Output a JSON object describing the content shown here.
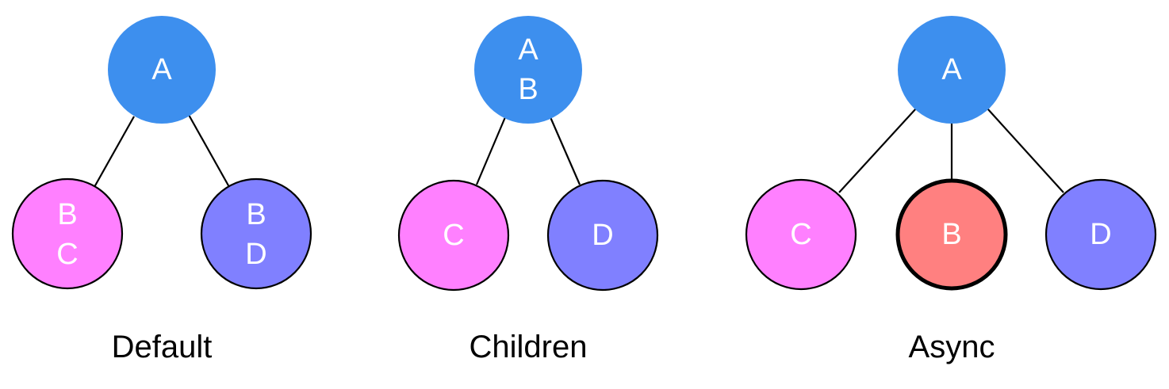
{
  "colors": {
    "blue": "#3d8fee",
    "pink": "#ff80ff",
    "purple": "#8080ff",
    "red": "#ff8080",
    "stroke": "#000000",
    "text": "#ffffff"
  },
  "diagrams": [
    {
      "caption": "Default",
      "root": {
        "lines": [
          "A"
        ],
        "color": "blue"
      },
      "children": [
        {
          "lines": [
            "B",
            "C"
          ],
          "color": "pink"
        },
        {
          "lines": [
            "B",
            "D"
          ],
          "color": "purple"
        }
      ]
    },
    {
      "caption": "Children",
      "root": {
        "lines": [
          "A",
          "B"
        ],
        "color": "blue"
      },
      "children": [
        {
          "lines": [
            "C"
          ],
          "color": "pink"
        },
        {
          "lines": [
            "D"
          ],
          "color": "purple"
        }
      ]
    },
    {
      "caption": "Async",
      "root": {
        "lines": [
          "A"
        ],
        "color": "blue"
      },
      "children": [
        {
          "lines": [
            "C"
          ],
          "color": "pink"
        },
        {
          "lines": [
            "B"
          ],
          "color": "red",
          "emphasized": true
        },
        {
          "lines": [
            "D"
          ],
          "color": "purple"
        }
      ]
    }
  ]
}
